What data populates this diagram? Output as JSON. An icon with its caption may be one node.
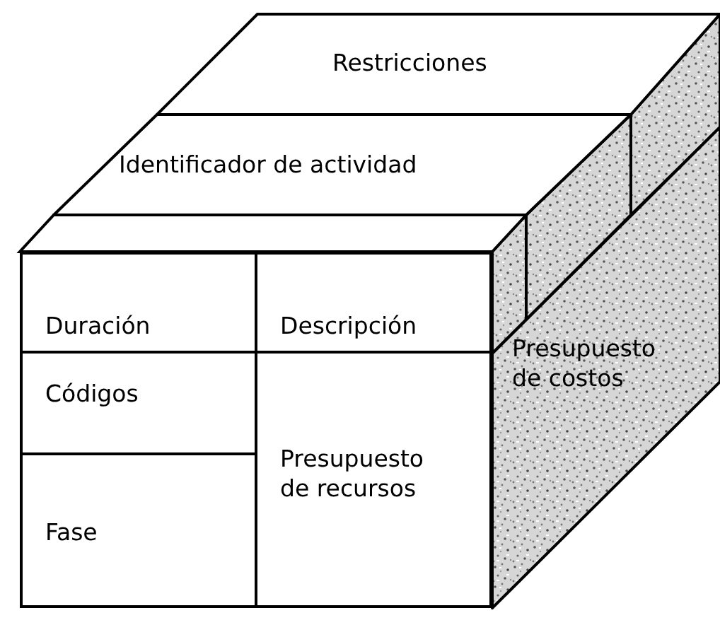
{
  "diagram": {
    "nodes": [
      {
        "text": [
          "Restricciones"
        ]
      },
      {
        "text": [
          "Identificador de actividad"
        ]
      },
      {
        "text": [
          "Duración"
        ]
      },
      {
        "text": [
          "Descripción"
        ]
      },
      {
        "text": [
          "Códigos"
        ]
      },
      {
        "text": [
          "Presupuesto de recursos"
        ]
      },
      {
        "text": [
          "Fase"
        ]
      },
      {
        "text": [
          "Presupuesto de costos"
        ]
      }
    ]
  }
}
